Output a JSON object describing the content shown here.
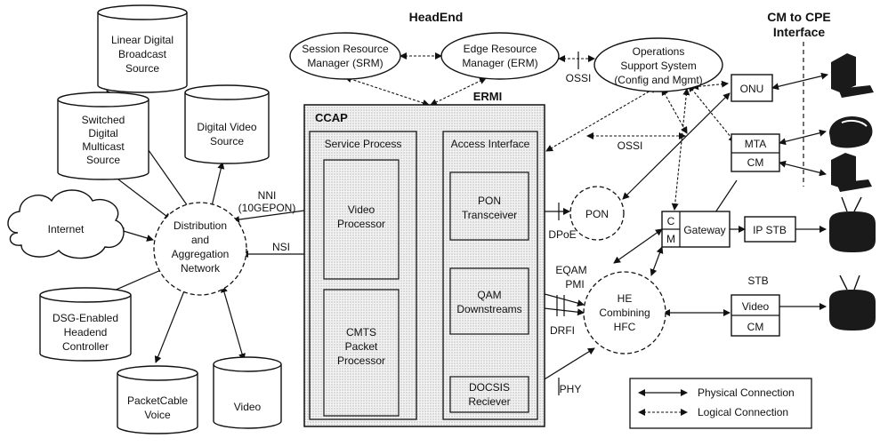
{
  "headend": "HeadEnd",
  "cpe_interface": [
    "CM to CPE",
    "Interface"
  ],
  "srm": [
    "Session Resource",
    "Manager (SRM)"
  ],
  "erm": [
    "Edge Resource",
    "Manager (ERM)"
  ],
  "oss": [
    "Operations",
    "Support System",
    "(Config and Mgmt)"
  ],
  "ermi": "ERMI",
  "ccap": "CCAP",
  "service_process": "Service Process",
  "access_interface": "Access Interface",
  "video_processor": [
    "Video",
    "Processor"
  ],
  "cmts": [
    "CMTS",
    "Packet",
    "Processor"
  ],
  "pon_transceiver": [
    "PON",
    "Transceiver"
  ],
  "qam": [
    "QAM",
    "Downstreams"
  ],
  "docsis": [
    "DOCSIS",
    "Reciever"
  ],
  "sources": {
    "linear": [
      "Linear Digital",
      "Broadcast",
      "Source"
    ],
    "switched": [
      "Switched",
      "Digital",
      "Multicast",
      "Source"
    ],
    "digital_video": [
      "Digital Video",
      "Source"
    ],
    "dsg": [
      "DSG-Enabled",
      "Headend",
      "Controller"
    ],
    "packetcable": [
      "PacketCable",
      "Voice"
    ],
    "video": "Video",
    "internet": "Internet"
  },
  "dan": [
    "Distribution",
    "and",
    "Aggregation",
    "Network"
  ],
  "nni": [
    "NNI",
    "(10GEPON)"
  ],
  "nsi": "NSI",
  "ossi1": "OSSI",
  "ossi2": "OSSI",
  "dpoe": "DPoE",
  "eqam_pmi": [
    "EQAM",
    "PMI"
  ],
  "drfi": "DRFI",
  "phy": "PHY",
  "pon": "PON",
  "he_hfc": [
    "HE",
    "Combining",
    "HFC"
  ],
  "onu": "ONU",
  "mta": "MTA",
  "cm": "CM",
  "cm_vertical": [
    "C",
    "M"
  ],
  "gateway": "Gateway",
  "ip_stb": "IP STB",
  "stb": "STB",
  "stb_video": "Video",
  "stb_cm": "CM",
  "legend": {
    "physical": "Physical Connection",
    "logical": "Logical Connection"
  }
}
